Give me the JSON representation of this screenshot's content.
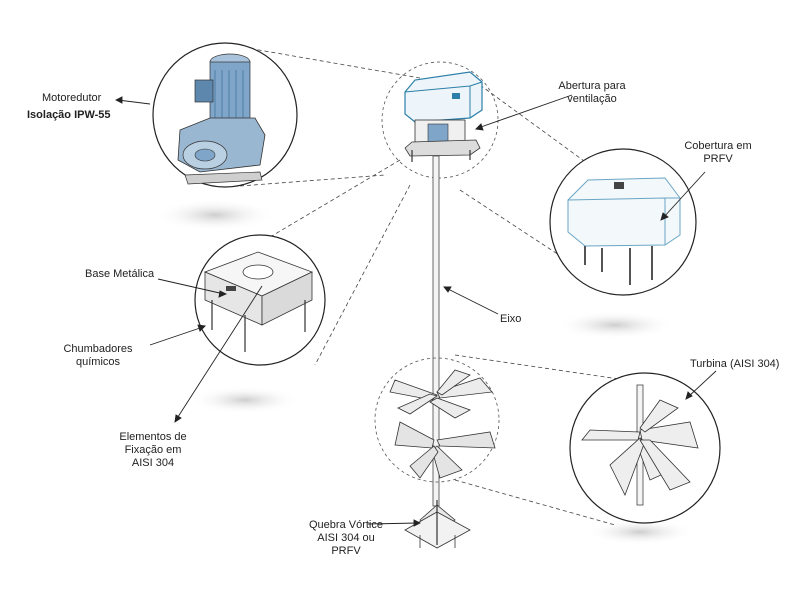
{
  "labels": {
    "motoredutor": "Motoredutor",
    "isolacao": "Isolação IPW-55",
    "abertura_line1": "Abertura para",
    "abertura_line2": "ventilação",
    "cobertura_line1": "Cobertura em",
    "cobertura_line2": "PRFV",
    "base_metalica": "Base Metálica",
    "chumbadores_line1": "Chumbadores",
    "chumbadores_line2": "químicos",
    "eixo": "Eixo",
    "elementos_line1": "Elementos de",
    "elementos_line2": "Fixação em",
    "elementos_line3": "AISI 304",
    "turbina": "Turbina (AISI 304)",
    "quebra_line1": "Quebra Vórtice",
    "quebra_line2": "AISI 304 ou",
    "quebra_line3": "PRFV"
  },
  "colors": {
    "outline": "#333333",
    "accent_blue": "#2b7fa8",
    "motor_blue": "#7fa6c8",
    "shadow": "#d0d0d0"
  }
}
